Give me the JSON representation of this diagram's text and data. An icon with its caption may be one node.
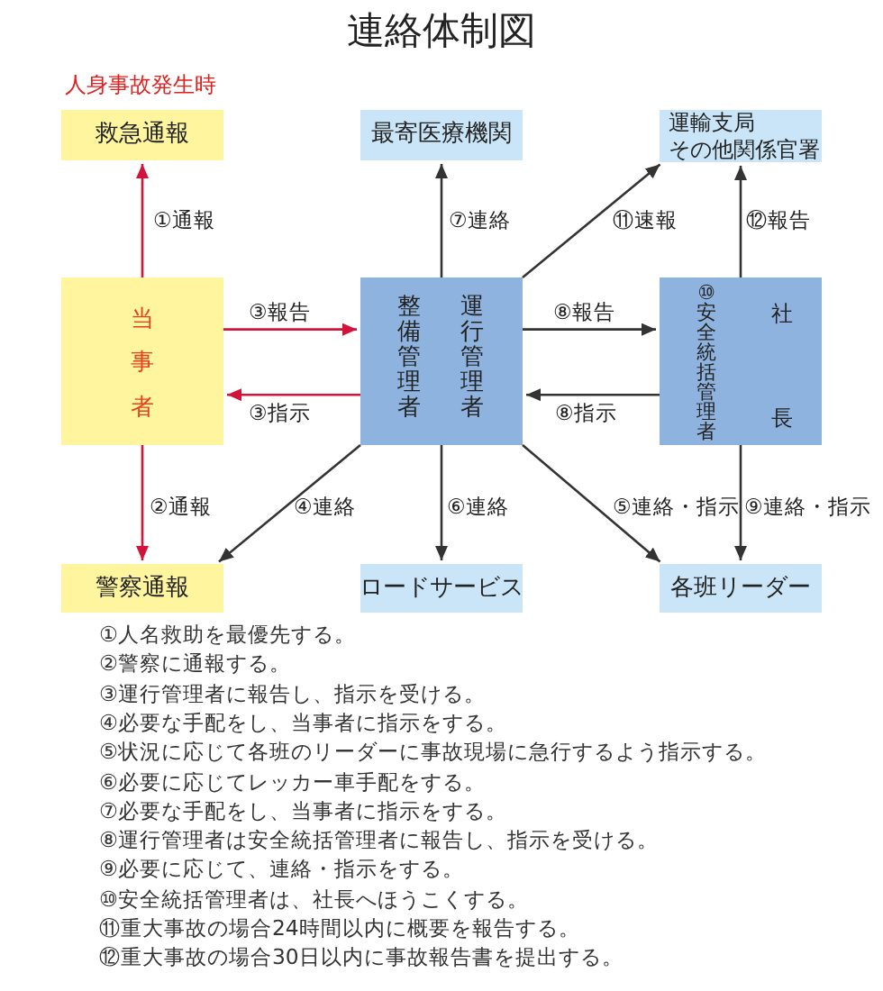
{
  "diagram": {
    "title": "連絡体制図",
    "nodes": [
      {
        "text": [
          "救急通報"
        ],
        "beside": [
          "人身事故発生時"
        ]
      },
      {
        "text": [
          "最寄医療機関"
        ]
      },
      {
        "text": [
          "運輸支局",
          "その他関係官署"
        ]
      },
      {
        "text": [
          "当事者"
        ]
      },
      {
        "text": [
          "整備管理者",
          "運行管理者"
        ]
      },
      {
        "text": [
          "⑩安全統括管理者",
          "社",
          "長"
        ]
      },
      {
        "text": [
          "警察通報"
        ]
      },
      {
        "text": [
          "ロードサービス"
        ]
      },
      {
        "text": [
          "各班リーダー"
        ]
      }
    ],
    "edges": [
      {
        "from": 3,
        "to": 0,
        "arrow": "to",
        "label": "①通報",
        "color": "#d2143a"
      },
      {
        "from": 3,
        "to": 6,
        "arrow": "to",
        "label": "②通報",
        "color": "#d2143a"
      },
      {
        "from": 3,
        "to": 4,
        "arrow": "to",
        "label": "③報告",
        "color": "#d2143a"
      },
      {
        "from": 4,
        "to": 3,
        "arrow": "to",
        "label": "③指示",
        "color": "#d2143a"
      },
      {
        "from": 4,
        "to": 6,
        "arrow": "to",
        "label": "④連絡"
      },
      {
        "from": 4,
        "to": 8,
        "arrow": "to",
        "label": "⑤連絡・指示"
      },
      {
        "from": 4,
        "to": 7,
        "arrow": "to",
        "label": "⑥連絡"
      },
      {
        "from": 4,
        "to": 1,
        "arrow": "to",
        "label": "⑦連絡"
      },
      {
        "from": 4,
        "to": 5,
        "arrow": "to",
        "label": "⑧報告"
      },
      {
        "from": 5,
        "to": 4,
        "arrow": "to",
        "label": "⑧指示"
      },
      {
        "from": 5,
        "to": 8,
        "arrow": "to",
        "label": "⑨連絡・指示"
      },
      {
        "from": 4,
        "to": 2,
        "arrow": "to",
        "label": "⑪速報"
      },
      {
        "from": 5,
        "to": 2,
        "arrow": "to",
        "label": "⑫報告"
      }
    ],
    "labels": [
      "①人名救助を最優先する。",
      "②警察に通報する。",
      "③運行管理者に報告し、指示を受ける。",
      "④必要な手配をし、当事者に指示をする。",
      "⑤状況に応じて各班のリーダーに事故現場に急行するよう指示する。",
      "⑥必要に応じてレッカー車手配をする。",
      "⑦必要な手配をし、当事者に指示をする。",
      "⑧運行管理者は安全統括管理者に報告し、指示を受ける。",
      "⑨必要に応じて、連絡・指示をする。",
      "⑩安全統括管理者は、社長へほうこくする。",
      "⑪重大事故の場合24時間以内に概要を報告する。",
      "⑫重大事故の場合30日以内に事故報告書を提出する。"
    ]
  }
}
